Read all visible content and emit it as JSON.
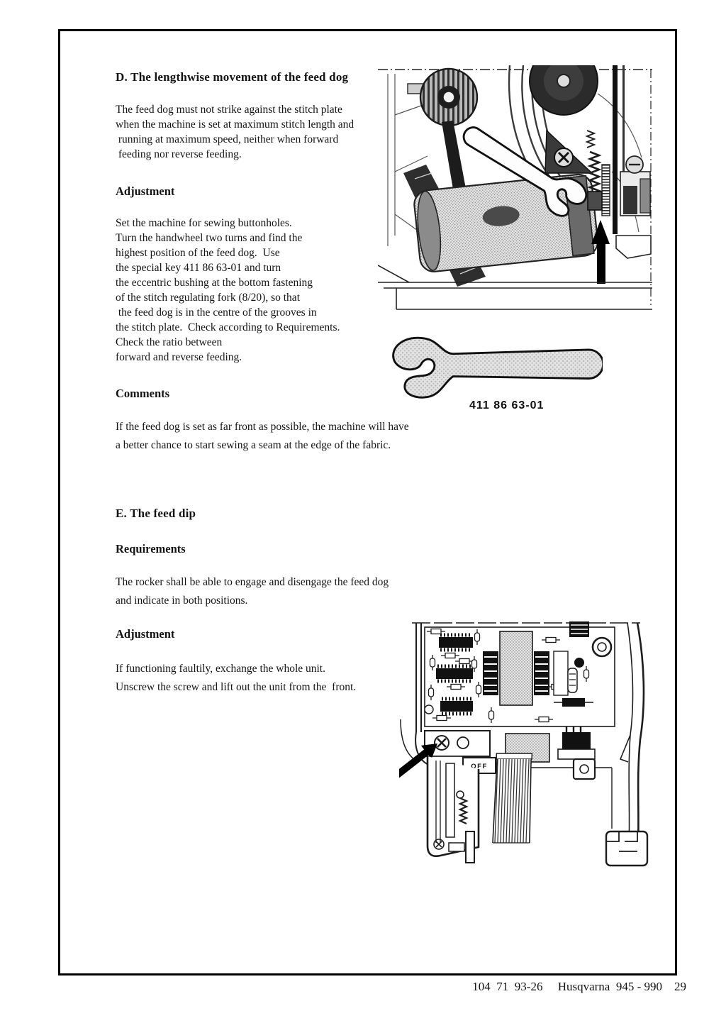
{
  "section_d": {
    "heading": "D. The lengthwise movement of the feed dog",
    "intro": "The feed dog must not strike against the stitch plate\nwhen the machine is set at maximum stitch length and\n running at maximum speed, neither when forward\n feeding nor reverse feeding.",
    "adjustment_heading": "Adjustment",
    "adjustment_body": "Set the machine for sewing buttonholes.\nTurn the handwheel two turns and find the\nhighest position of the feed dog.  Use\nthe special key 411 86 63-01 and turn\nthe eccentric bushing at the bottom fastening\nof the stitch regulating fork (8/20), so that\n the feed dog is in the centre of the grooves in\nthe stitch plate.  Check according to Requirements.\nCheck the ratio between\nforward and reverse feeding.",
    "comments_heading": "Comments",
    "comments_body": "If the feed dog is set as far front as possible, the machine will have\na better chance to start sewing a seam at the edge of the fabric."
  },
  "section_e": {
    "heading": "E.  The  feed dip",
    "requirements_heading": "Requirements",
    "requirements_body": "The rocker shall be able to engage and disengage the feed dog\nand indicate in both positions.",
    "adjustment_heading": "Adjustment",
    "adjustment_body": "If functioning faultily, exchange the whole unit.\nUnscrew the screw and lift out the unit from the  front."
  },
  "figures": {
    "wrench_label": "411 86 63-01",
    "off_label": "OFF"
  },
  "page": {
    "footer_text": "104  71  93-26     Husqvarna  945 - 990    29"
  }
}
